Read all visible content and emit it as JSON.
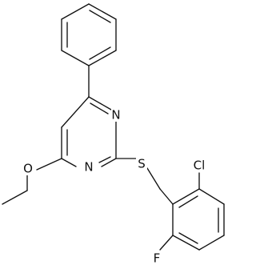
{
  "molecule": {
    "atoms": {
      "n_upper": "N",
      "n_lower": "N",
      "s": "S",
      "o": "O",
      "cl": "Cl",
      "f": "F"
    }
  }
}
